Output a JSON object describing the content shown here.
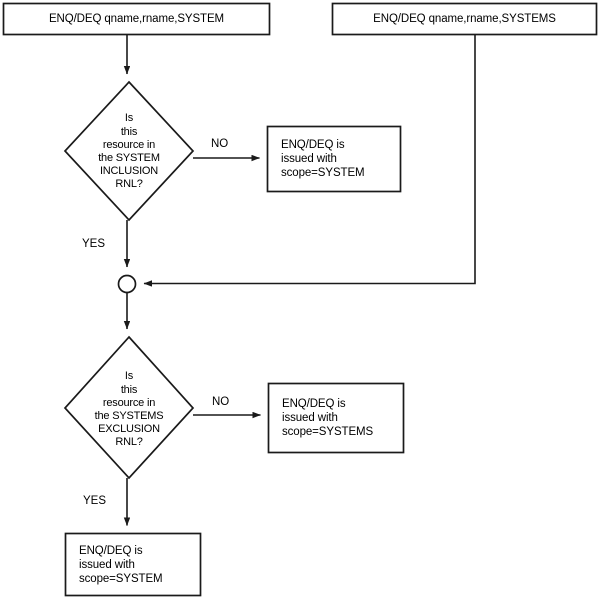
{
  "diagram": {
    "title": "ENQ/DEQ scope resolution flowchart",
    "background_color": "#ffffff",
    "stroke_color": "#1a1a1a",
    "text_color": "#000000"
  },
  "nodes": {
    "start_system": {
      "shape": "rectangle",
      "text": "ENQ/DEQ qname,rname,SYSTEM"
    },
    "start_systems": {
      "shape": "rectangle",
      "text": "ENQ/DEQ qname,rname,SYSTEMS"
    },
    "decision_inclusion": {
      "shape": "diamond",
      "text": "Is\nthis\nresource in\nthe SYSTEM\nINCLUSION\nRNL?"
    },
    "result_scope_system_top": {
      "shape": "rectangle",
      "text": "ENQ/DEQ is\nissued with\nscope=SYSTEM"
    },
    "merge_point": {
      "shape": "circle",
      "text": ""
    },
    "decision_exclusion": {
      "shape": "diamond",
      "text": "Is\nthis\nresource in\nthe SYSTEMS\nEXCLUSION\nRNL?"
    },
    "result_scope_systems": {
      "shape": "rectangle",
      "text": "ENQ/DEQ is\nissued with\nscope=SYSTEMS"
    },
    "result_scope_system_bottom": {
      "shape": "rectangle",
      "text": "ENQ/DEQ is\nissued with\nscope=SYSTEM"
    }
  },
  "edges": {
    "inclusion_no": {
      "label": "NO"
    },
    "inclusion_yes": {
      "label": "YES"
    },
    "exclusion_no": {
      "label": "NO"
    },
    "exclusion_yes": {
      "label": "YES"
    }
  }
}
